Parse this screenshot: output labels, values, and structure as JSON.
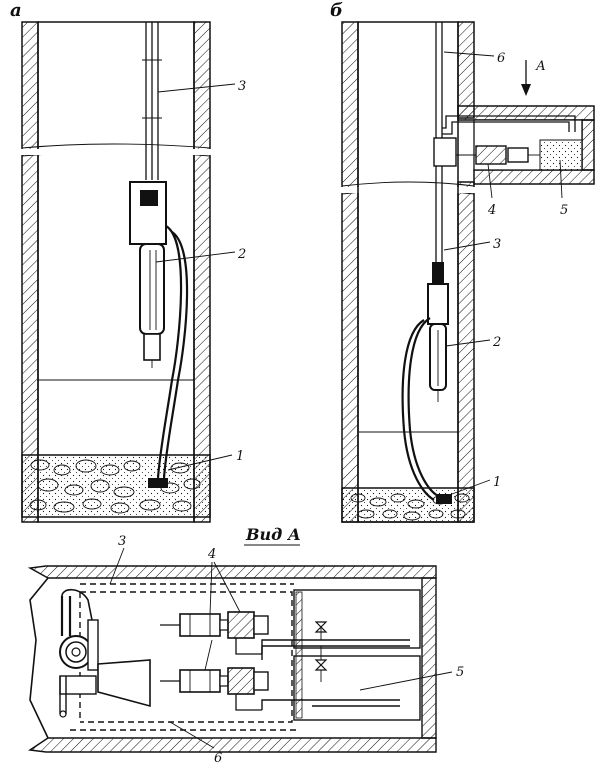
{
  "panels": {
    "a": "а",
    "b": "б",
    "view": "Вид А"
  },
  "arrow": {
    "label": "А"
  },
  "callouts": {
    "a": [
      "3",
      "2",
      "1"
    ],
    "b": [
      "6",
      "4",
      "5",
      "3",
      "2",
      "1"
    ],
    "view": [
      "3",
      "4",
      "5",
      "6"
    ]
  },
  "colors": {
    "ink": "#111111",
    "paper": "#ffffff"
  }
}
